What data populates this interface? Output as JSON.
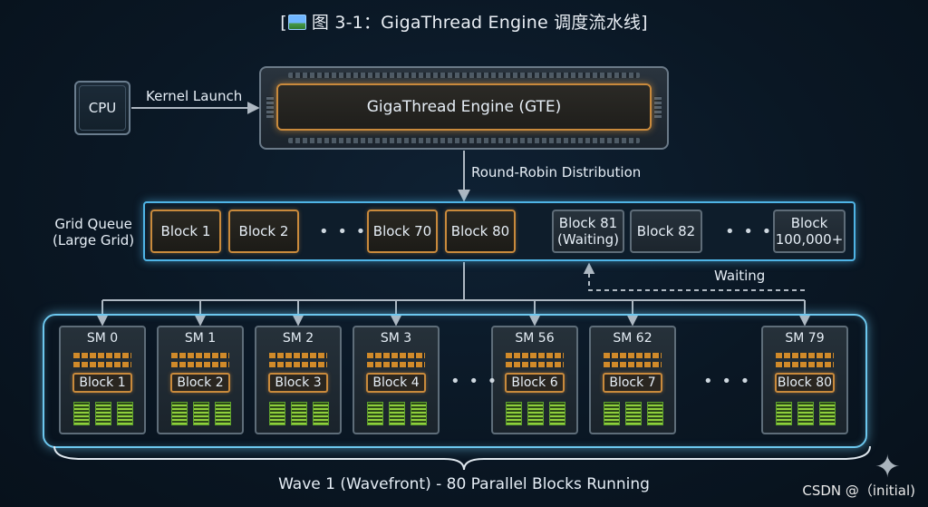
{
  "title": {
    "icon": "image-icon",
    "prefix": "[",
    "text": "图 3-1：GigaThread Engine 调度流水线]"
  },
  "cpu": {
    "label": "CPU"
  },
  "kernel_launch": "Kernel Launch",
  "gte": {
    "label": "GigaThread Engine (GTE)"
  },
  "round_robin": "Round-Robin Distribution",
  "grid_queue": {
    "line1": "Grid Queue",
    "line2": "(Large Grid)"
  },
  "queue_blocks_running": [
    "Block 1",
    "Block 2",
    "Block 70",
    "Block 80"
  ],
  "queue_blocks_waiting": [
    {
      "line1": "Block 81",
      "line2": "(Waiting)"
    },
    {
      "line1": "Block 82",
      "line2": ""
    },
    {
      "line1": "Block",
      "line2": "100,000+"
    }
  ],
  "ellipsis": "• • •",
  "waiting_label": "Waiting",
  "sms": [
    {
      "name": "SM 0",
      "block": "Block 1"
    },
    {
      "name": "SM 1",
      "block": "Block 2"
    },
    {
      "name": "SM 2",
      "block": "Block 3"
    },
    {
      "name": "SM 3",
      "block": "Block 4"
    },
    {
      "name": "SM 56",
      "block": "Block 6"
    },
    {
      "name": "SM 62",
      "block": "Block 7"
    },
    {
      "name": "SM 79",
      "block": "Block 80"
    }
  ],
  "wave_label": "Wave 1 (Wavefront) - 80 Parallel Blocks Running",
  "watermark": "CSDN @（initial)",
  "colors": {
    "accent_orange": "#c98a3c",
    "accent_blue": "#4fb4e6",
    "core_green": "#8fcf3c"
  }
}
